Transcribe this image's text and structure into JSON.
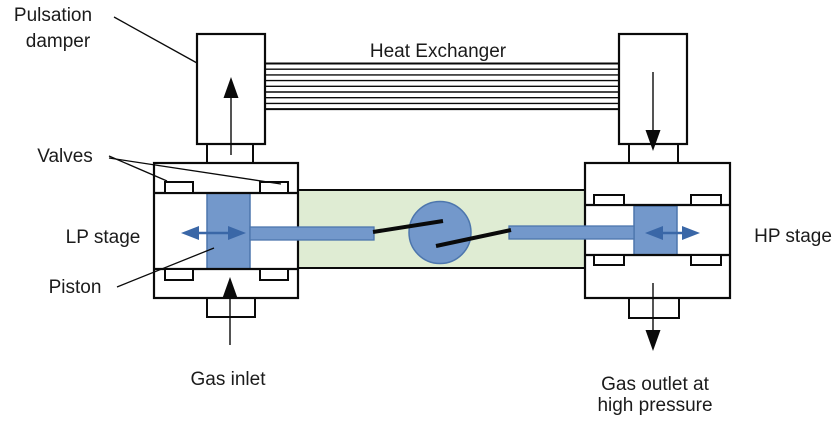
{
  "diagram": {
    "labels": {
      "pulsation_line1": "Pulsation",
      "pulsation_line2": "damper",
      "heat_exchanger": "Heat Exchanger",
      "valves": "Valves",
      "lp_stage": "LP stage",
      "piston": "Piston",
      "gas_inlet": "Gas inlet",
      "hp_stage": "HP stage",
      "gas_outlet_line1": "Gas outlet at",
      "gas_outlet_line2": "high pressure"
    },
    "colors": {
      "component_blue_fill": "#7398cb",
      "component_blue_stroke": "#4d76ad",
      "motion_arrow_blue": "#3a67a7",
      "crankcase_green": "#dfecd3",
      "line_black": "#0a0a0a",
      "background": "#ffffff"
    }
  }
}
